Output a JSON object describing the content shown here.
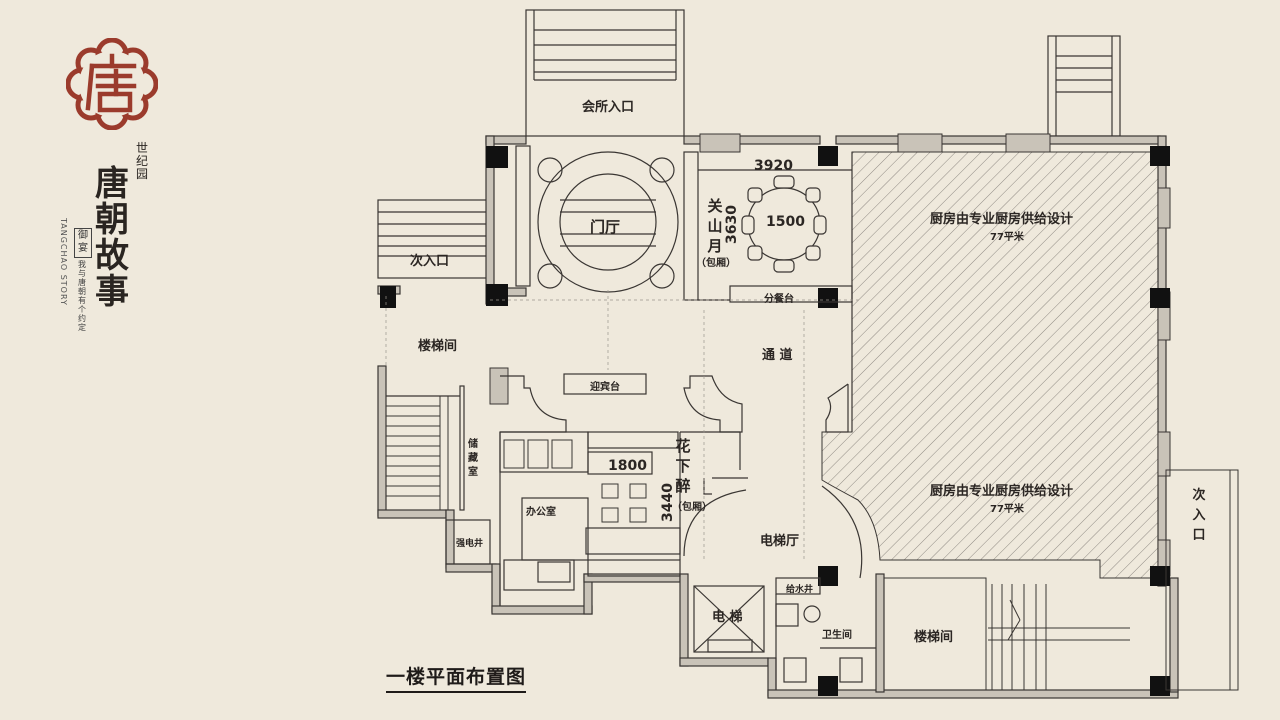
{
  "brand": {
    "name_chars": [
      "唐",
      "朝",
      "故",
      "事"
    ],
    "sub_name": "世纪园",
    "english": "TANGCHAO STORY",
    "stamp": "御宴",
    "motto": "我与唐朝有个约定",
    "seal_color": "#9b3b2c"
  },
  "title": "一楼平面布置图",
  "rooms": {
    "club_entrance": "会所入口",
    "secondary_entrance_left": "次入口",
    "secondary_entrance_right": "次入口",
    "lobby": "门厅",
    "private_room_name": "关山月",
    "private_room_tag": "（包厢）",
    "serving_station": "分餐台",
    "corridor": "通  道",
    "stairwell_left": "楼梯间",
    "reception": "迎宾台",
    "storage": "储藏室",
    "power_shaft": "强电井",
    "office": "办公室",
    "flower_room_name": "花下醉",
    "flower_room_tag": "（包厢）",
    "elevator_hall": "电梯厅",
    "elevator": "电  梯",
    "water_shaft": "给水井",
    "restroom": "卫生间",
    "stairwell_right": "楼梯间",
    "kitchen_upper_label": "厨房由专业厨房供给设计",
    "kitchen_upper_area": "77平米",
    "kitchen_lower_label": "厨房由专业厨房供给设计",
    "kitchen_lower_area": "77平米"
  },
  "dimensions": {
    "room_width": "3920",
    "room_depth": "3630",
    "table_diameter": "1500",
    "flower_width": "1800",
    "flower_depth": "3440"
  },
  "colors": {
    "background": "#efe9dc",
    "wall": "#3a3633",
    "wall_fill": "#c9c3b8",
    "column": "#111111",
    "hatch": "#8f8a83"
  }
}
